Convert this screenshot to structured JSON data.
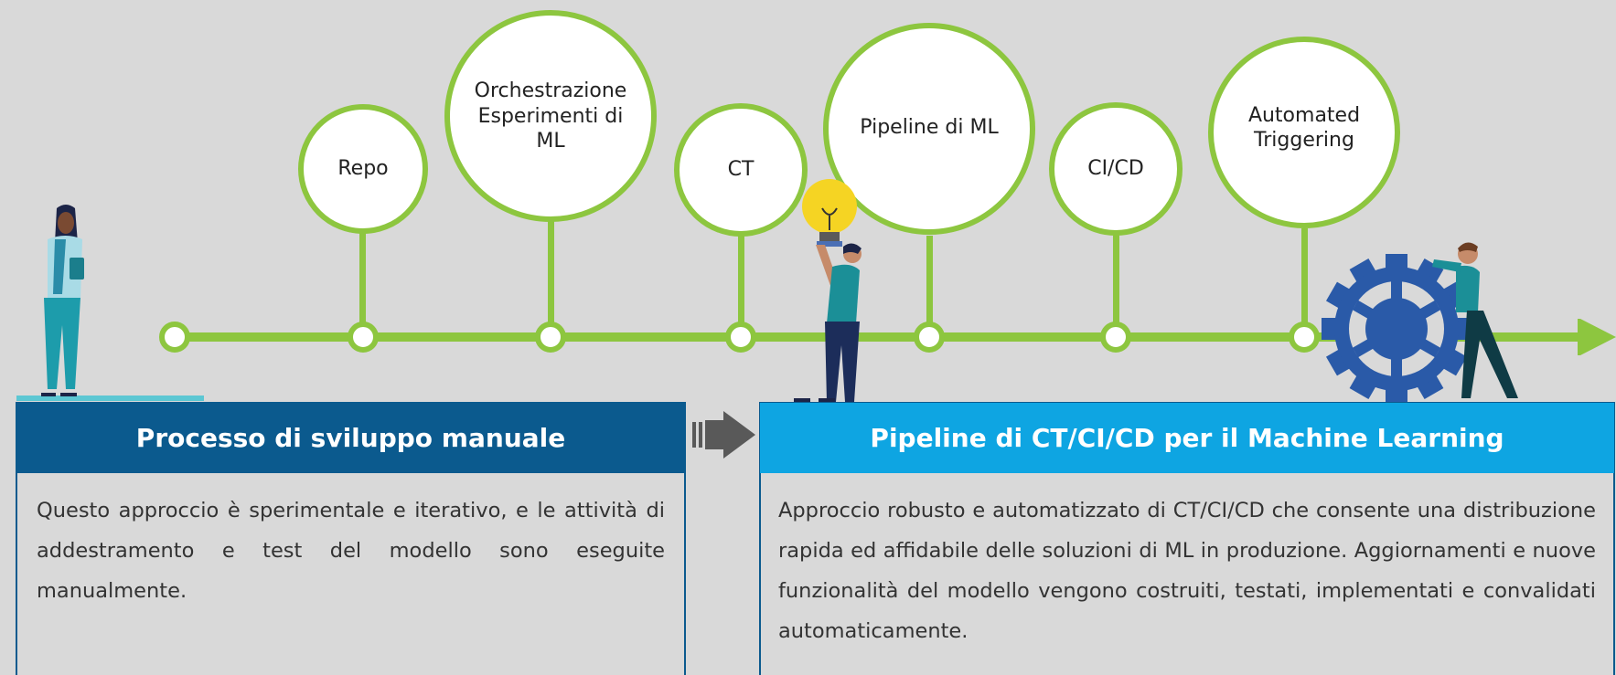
{
  "timeline": {
    "nodes": [
      {
        "id": "repo",
        "label": "Repo"
      },
      {
        "id": "orchestrazione",
        "label": "Orchestrazione\nEsperimenti di\nML"
      },
      {
        "id": "ct",
        "label": "CT"
      },
      {
        "id": "pipeline-ml",
        "label": "Pipeline di ML"
      },
      {
        "id": "cicd",
        "label": "CI/CD"
      },
      {
        "id": "automated-triggering",
        "label": "Automated\nTriggering"
      }
    ]
  },
  "panels": {
    "manual": {
      "title": "Processo di sviluppo manuale",
      "body": "Questo approccio è sperimentale e iterativo, e le attività di addestramento e test del modello sono eseguite manualmente."
    },
    "pipeline": {
      "title": "Pipeline di CT/CI/CD per il Machine Learning",
      "body": "Approccio robusto e automatizzato di CT/CI/CD che consente una distribuzione rapida ed affidabile delle soluzioni di ML in produzione. Aggiornamenti e nuove funzionalità del modello vengono costruiti, testati, implementati e convalidati automaticamente."
    }
  },
  "colors": {
    "background": "#d9d9d9",
    "green": "#8dc63f",
    "manual_header": "#0b5a8e",
    "pipeline_header": "#0ea5e2",
    "panel_border": "#0b5a8e",
    "arrow": "#595959",
    "gear": "#2a5aa8"
  },
  "illustrations": [
    "woman-with-tablet",
    "man-holding-lightbulb",
    "man-pushing-gear"
  ]
}
